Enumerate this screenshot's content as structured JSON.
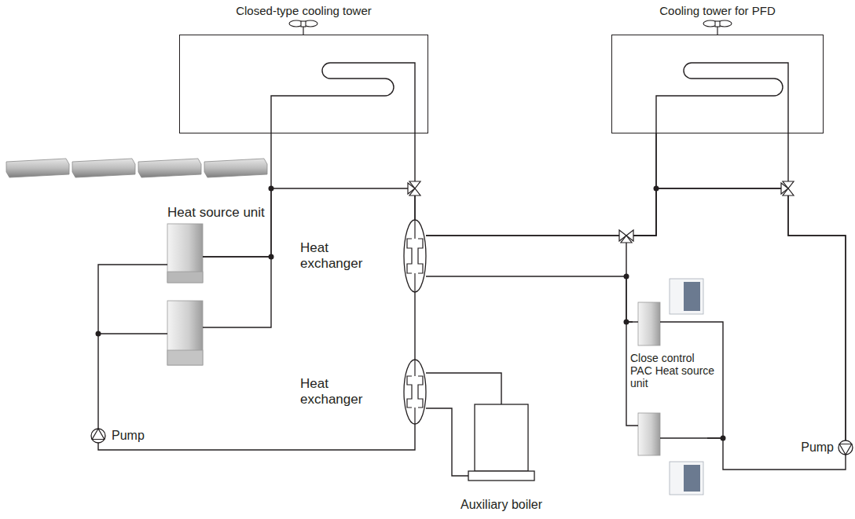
{
  "diagram": {
    "nodes": [
      {
        "text": [
          "Closed-type cooling tower"
        ]
      },
      {
        "text": [
          "Cooling tower for PFD"
        ]
      },
      {
        "text": [
          "Heat source unit"
        ]
      },
      {
        "text": [
          "Heat exchanger"
        ]
      },
      {
        "text": [
          "Heat exchanger"
        ]
      },
      {
        "text": [
          "Pump"
        ]
      },
      {
        "text": [
          "Auxiliary boiler"
        ]
      },
      {
        "text": [
          "Close control PAC Heat source unit"
        ]
      },
      {
        "text": [
          "Pump"
        ]
      }
    ],
    "edges": [
      {
        "from": 2,
        "to": 0,
        "arrow": "none"
      },
      {
        "from": 2,
        "to": 3,
        "arrow": "none"
      },
      {
        "from": 0,
        "to": 3,
        "arrow": "none"
      },
      {
        "from": 3,
        "to": 4,
        "arrow": "none"
      },
      {
        "from": 4,
        "to": 5,
        "arrow": "none"
      },
      {
        "from": 5,
        "to": 2,
        "arrow": "none"
      },
      {
        "from": 4,
        "to": 6,
        "arrow": "none"
      },
      {
        "from": 4,
        "to": 6,
        "arrow": "none"
      },
      {
        "from": 3,
        "to": 1,
        "arrow": "none"
      },
      {
        "from": 3,
        "to": 8,
        "arrow": "none"
      },
      {
        "from": 3,
        "to": 7,
        "arrow": "none"
      },
      {
        "from": 7,
        "to": 1,
        "arrow": "none"
      },
      {
        "from": 1,
        "to": 8,
        "arrow": "none"
      },
      {
        "from": 8,
        "to": 7,
        "arrow": "none"
      }
    ]
  }
}
